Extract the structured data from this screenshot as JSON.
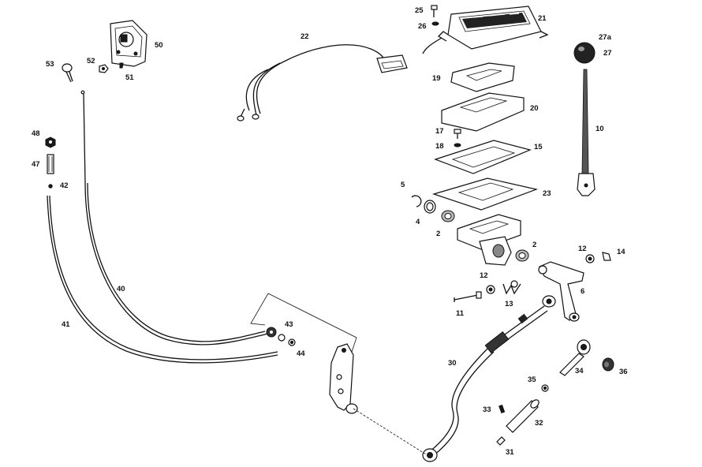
{
  "diagram": {
    "callouts": [
      {
        "id": "c25",
        "text": "25"
      },
      {
        "id": "c21",
        "text": "21"
      },
      {
        "id": "c26",
        "text": "26"
      },
      {
        "id": "c22",
        "text": "22"
      },
      {
        "id": "c50",
        "text": "50"
      },
      {
        "id": "c27a",
        "text": "27a"
      },
      {
        "id": "c27",
        "text": "27"
      },
      {
        "id": "c53",
        "text": "53"
      },
      {
        "id": "c52",
        "text": "52"
      },
      {
        "id": "c51",
        "text": "51"
      },
      {
        "id": "c19",
        "text": "19"
      },
      {
        "id": "c20",
        "text": "20"
      },
      {
        "id": "c10",
        "text": "10"
      },
      {
        "id": "c17",
        "text": "17"
      },
      {
        "id": "c18",
        "text": "18"
      },
      {
        "id": "c15",
        "text": "15"
      },
      {
        "id": "c48",
        "text": "48"
      },
      {
        "id": "c47",
        "text": "47"
      },
      {
        "id": "c42",
        "text": "42"
      },
      {
        "id": "c5",
        "text": "5"
      },
      {
        "id": "c23",
        "text": "23"
      },
      {
        "id": "c4",
        "text": "4"
      },
      {
        "id": "c2a",
        "text": "2"
      },
      {
        "id": "c2b",
        "text": "2"
      },
      {
        "id": "c12a",
        "text": "12"
      },
      {
        "id": "c14",
        "text": "14"
      },
      {
        "id": "c12b",
        "text": "12"
      },
      {
        "id": "c40",
        "text": "40"
      },
      {
        "id": "c6",
        "text": "6"
      },
      {
        "id": "c13",
        "text": "13"
      },
      {
        "id": "c11",
        "text": "11"
      },
      {
        "id": "c41",
        "text": "41"
      },
      {
        "id": "c43",
        "text": "43"
      },
      {
        "id": "c44",
        "text": "44"
      },
      {
        "id": "c30",
        "text": "30"
      },
      {
        "id": "c34",
        "text": "34"
      },
      {
        "id": "c36",
        "text": "36"
      },
      {
        "id": "c35",
        "text": "35"
      },
      {
        "id": "c33",
        "text": "33"
      },
      {
        "id": "c32",
        "text": "32"
      },
      {
        "id": "c31",
        "text": "31"
      }
    ]
  }
}
